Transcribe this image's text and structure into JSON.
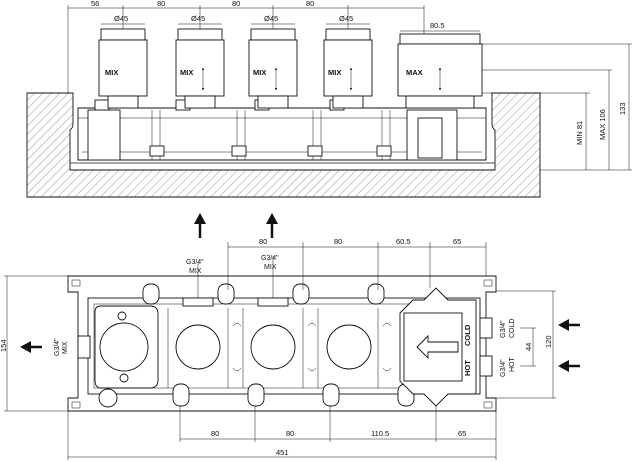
{
  "top_view": {
    "dims_top": [
      "56",
      "80",
      "80",
      "80",
      "80.5"
    ],
    "diameters": [
      "Ø45",
      "Ø45",
      "Ø45",
      "Ø45"
    ],
    "cartridge_labels": [
      "MIX",
      "MIX",
      "MIX",
      "MIX",
      "MAX"
    ],
    "min_label": "MIN 81",
    "max_label": "MAX 106",
    "total_height": "133"
  },
  "bottom_view": {
    "dims_top": [
      "80",
      "80",
      "60.5",
      "65"
    ],
    "dims_bottom": [
      "80",
      "80",
      "110.5",
      "65"
    ],
    "total_width": "451",
    "left_height": "154",
    "right_inner_height": "120",
    "right_spacing": "44",
    "ports": {
      "mix_top_1": {
        "size": "G3/4\"",
        "label": "MIX"
      },
      "mix_top_2": {
        "size": "G3/4\"",
        "label": "MIX"
      },
      "mix_left": {
        "size": "G3/4\"",
        "label": "MIX"
      },
      "cold": {
        "size": "G3/4\"",
        "label": "COLD"
      },
      "hot": {
        "size": "G3/4\"",
        "label": "HOT"
      }
    },
    "valve_labels": {
      "cold": "COLD",
      "hot": "HOT"
    }
  }
}
